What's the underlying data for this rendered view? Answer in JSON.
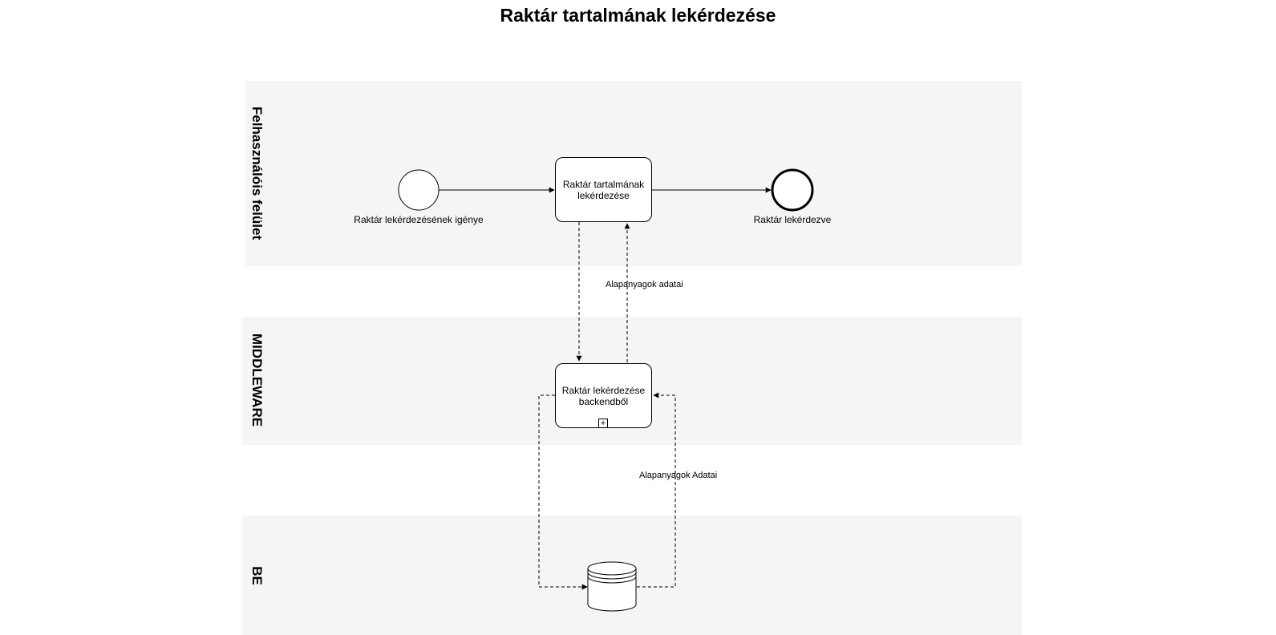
{
  "title": "Raktár tartalmának lekérdezése",
  "lanes": [
    {
      "label": "Felhasználóis felület"
    },
    {
      "label": "MIDDLEWARE"
    },
    {
      "label": "BE"
    }
  ],
  "start_event": {
    "label": "Raktár lekérdezésének igénye"
  },
  "task_query": {
    "label": "Raktár tartalmának lekérdezése"
  },
  "end_event": {
    "label": "Raktár lekérdezve"
  },
  "subprocess": {
    "label": "Raktár lekérdezése backendből",
    "marker": "+"
  },
  "flows": {
    "return_to_ui": "Alapanyagok adatai",
    "return_from_be": "Alapanyagok Adatai"
  },
  "datastore": {
    "icon": "database-icon"
  }
}
